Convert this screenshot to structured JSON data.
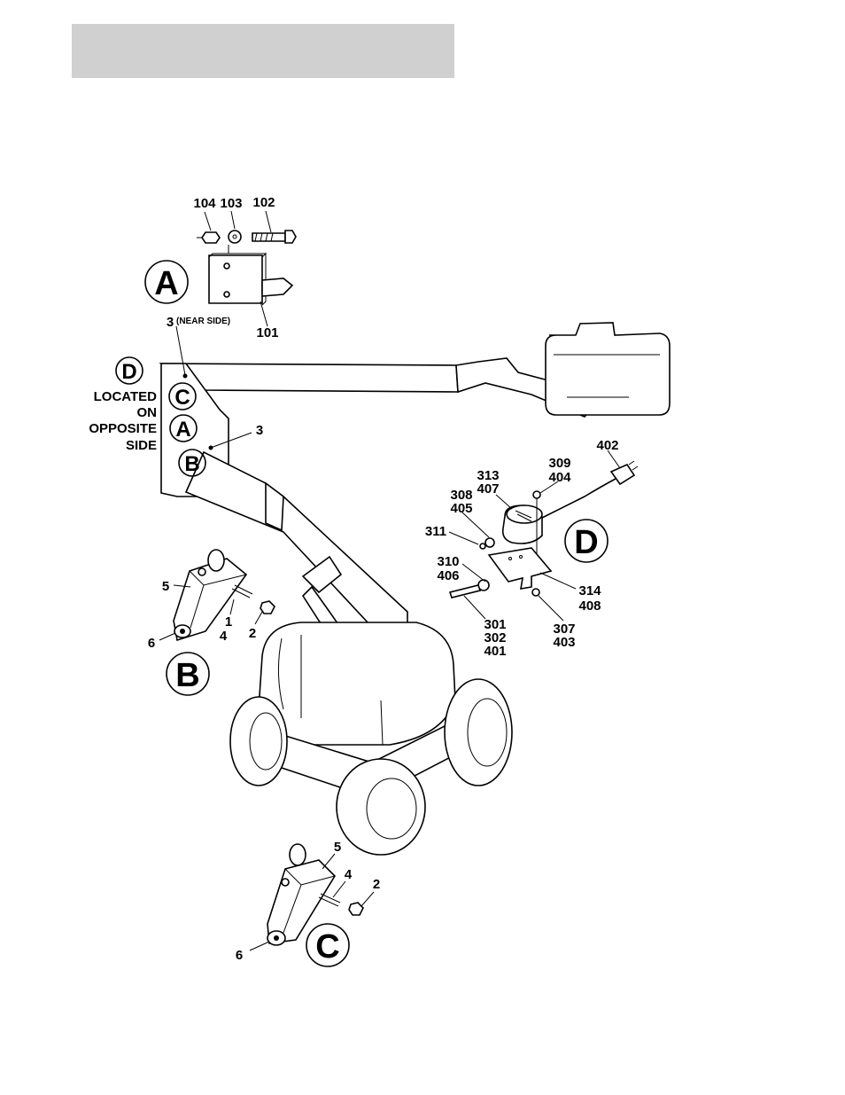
{
  "header": {
    "title": ""
  },
  "views": {
    "A": {
      "letter": "A"
    },
    "B": {
      "letter": "B"
    },
    "C": {
      "letter": "C"
    },
    "D": {
      "letter": "D"
    }
  },
  "side_note": {
    "letters": [
      "D",
      "C",
      "A",
      "B"
    ],
    "lines": [
      "LOCATED",
      "ON",
      "OPPOSITE",
      "SIDE"
    ]
  },
  "labels": {
    "p104": "104",
    "p103": "103",
    "p102": "102",
    "p101": "101",
    "p3_near": "3",
    "near_side": "(NEAR SIDE)",
    "p3": "3",
    "p5_b": "5",
    "p1_b": "1",
    "p4_b": "4",
    "p2_b": "2",
    "p6_b": "6",
    "p5_c": "5",
    "p4_c": "4",
    "p2_c": "2",
    "p6_c": "6",
    "p402": "402",
    "p309": "309",
    "p404": "404",
    "p313": "313",
    "p407": "407",
    "p308": "308",
    "p405": "405",
    "p311": "311",
    "p310": "310",
    "p406": "406",
    "p314": "314",
    "p408": "408",
    "p301": "301",
    "p302": "302",
    "p401": "401",
    "p307": "307",
    "p403": "403"
  }
}
